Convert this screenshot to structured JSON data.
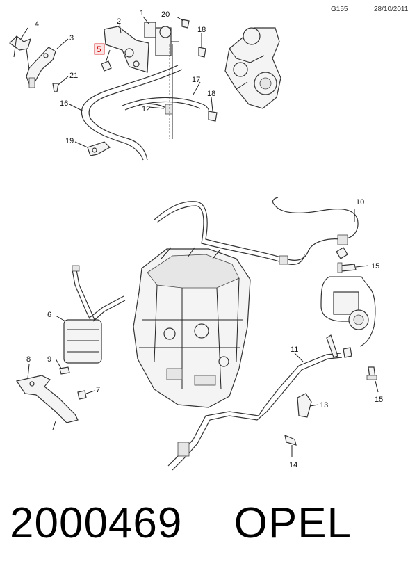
{
  "header": {
    "code": "G155",
    "date": "28/10/2011"
  },
  "callouts": {
    "c1": "1",
    "c2": "2",
    "c3": "3",
    "c4": "4",
    "c5": "5",
    "c6": "6",
    "c7": "7",
    "c8": "8",
    "c9": "9",
    "c10": "10",
    "c11": "11",
    "c12": "12",
    "c13": "13",
    "c14a": "14",
    "c15a": "15",
    "c15b": "15",
    "c16": "16",
    "c17": "17",
    "c18a": "18",
    "c18b": "18",
    "c19": "19",
    "c20": "20",
    "c21": "21"
  },
  "highlighted_part": "5",
  "footer": {
    "number": "2000469",
    "brand": "OPEL"
  },
  "colors": {
    "highlight_border": "#d33333",
    "highlight_fill": "#fbe3e3",
    "ink": "#222222"
  }
}
